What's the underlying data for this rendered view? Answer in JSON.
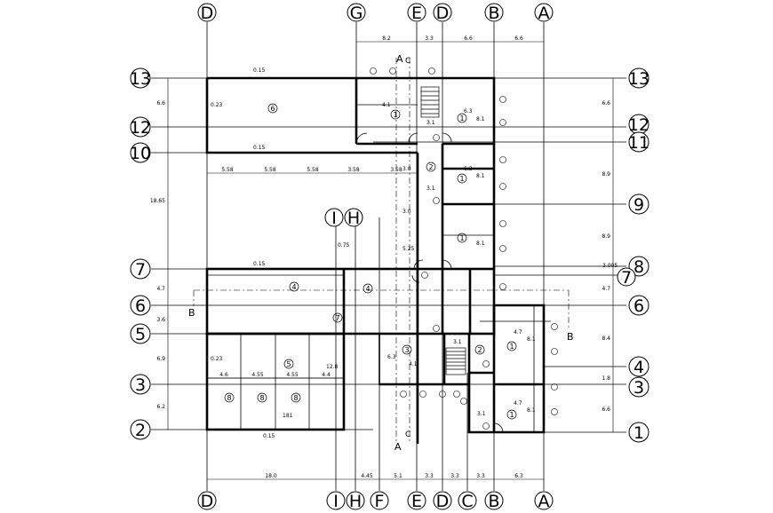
{
  "grid_letters": {
    "top": [
      "D",
      "G",
      "E",
      "D",
      "B",
      "A"
    ],
    "bottom": [
      "D",
      "I",
      "H",
      "F",
      "E",
      "D",
      "C",
      "B",
      "A"
    ],
    "middle": [
      "I",
      "H"
    ]
  },
  "grid_numbers": {
    "left": [
      "13",
      "12",
      "10",
      "7",
      "6",
      "5",
      "3",
      "2"
    ],
    "right": [
      "13",
      "12",
      "11",
      "9",
      "8",
      "7",
      "6",
      "4",
      "3",
      "1"
    ]
  },
  "dims": {
    "top": [
      "8.2",
      "3.3",
      "6.6",
      "6.6"
    ],
    "bottom": [
      "18.0",
      "4.45",
      "5.1",
      "3.3",
      "3.3",
      "3.3",
      "6.3"
    ],
    "left": [
      "6.6",
      "18.65",
      "4.7",
      "3.6",
      "6.9",
      "6.2"
    ],
    "right": [
      "6.6",
      "8.9",
      "8.9",
      "4.7",
      "8.4",
      "1.8",
      "6.6"
    ],
    "row": [
      "5.58",
      "5.58",
      "5.58",
      "3.58",
      "3.58"
    ],
    "bay": [
      "4.6",
      "4.55",
      "4.55",
      "4.4"
    ]
  },
  "rooms": [
    "6",
    "1",
    "1",
    "1",
    "1",
    "2",
    "3",
    "4",
    "4",
    "5",
    "8",
    "8",
    "8",
    "7",
    "2",
    "1",
    "1",
    "1"
  ],
  "labels": {
    "section_a": "A",
    "section_b": "B",
    "section_c": "C",
    "thk": "0.15",
    "w1": "0.23",
    "d181": "181",
    "d128": "12.8",
    "d31": "3.1",
    "d81": "8.1",
    "d63": "6.3",
    "d41": "4.1",
    "d47": "4.7",
    "d30": "3.0",
    "d525": "5.25",
    "d075": "0.75",
    "d3005": "3.005"
  }
}
